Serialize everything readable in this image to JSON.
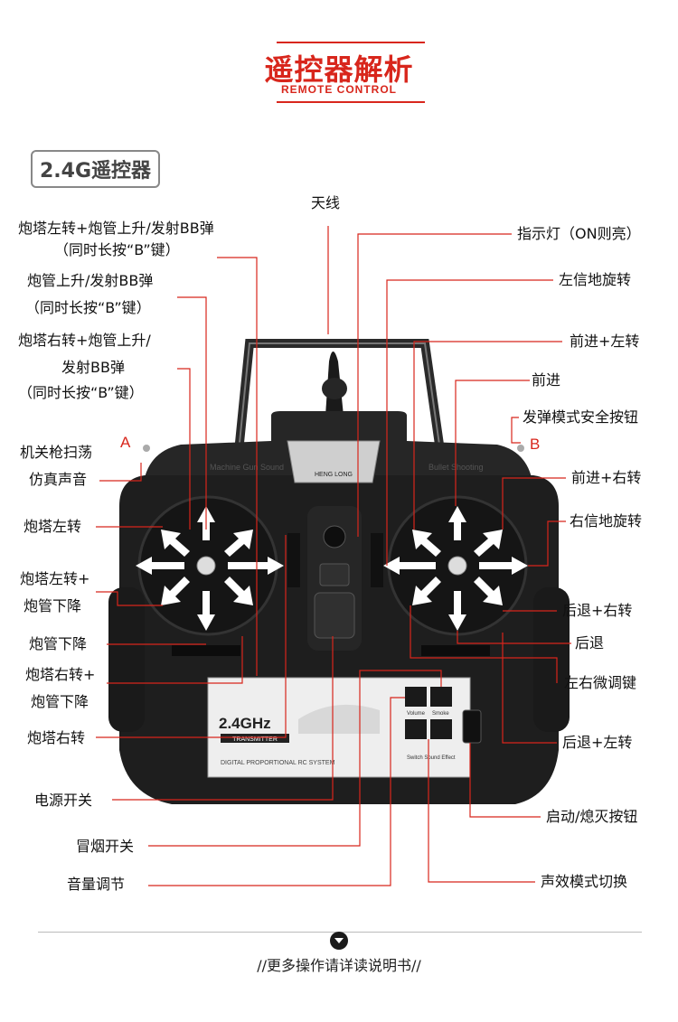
{
  "header": {
    "title": "遥控器解析",
    "subtitle": "REMOTE CONTROL"
  },
  "badge": "2.4G遥控器",
  "controller": {
    "logo_text": "HENG LONG",
    "left_text": "Machine Gun Sound",
    "right_text": "Bullet Shooting",
    "panel_brand": "2.4GHz",
    "panel_sub": "TRANSMITTER",
    "panel_system": "DIGITAL PROPORTIONAL RC SYSTEM",
    "btn_volume": "Volume",
    "btn_smoke": "Smoke",
    "btn_switch": "Switch Sound Effect"
  },
  "tags": {
    "a": "A",
    "b": "B"
  },
  "labels_left": {
    "l1a": "炮塔左转+炮管上升/发射BB弹",
    "l1b": "（同时长按“B”键）",
    "l2a": "炮管上升/发射BB弹",
    "l2b": "（同时长按“B”键）",
    "l3a": "炮塔右转+炮管上升/",
    "l3b": "发射BB弹",
    "l3c": "（同时长按“B”键）",
    "l4a": "机关枪扫荡",
    "l4b": "仿真声音",
    "l5": "炮塔左转",
    "l6a": "炮塔左转+",
    "l6b": "炮管下降",
    "l7": "炮管下降",
    "l8a": "炮塔右转+",
    "l8b": "炮管下降",
    "l9": "炮塔右转",
    "l10": "电源开关",
    "l11": "冒烟开关",
    "l12": "音量调节"
  },
  "labels_center": {
    "antenna": "天线"
  },
  "labels_right": {
    "r1": "指示灯（ON则亮）",
    "r2": "左信地旋转",
    "r3": "前进+左转",
    "r4": "前进",
    "r5": "发弹模式安全按钮",
    "r6": "前进+右转",
    "r7": "右信地旋转",
    "r8": "后退+右转",
    "r9": "后退",
    "r10": "左右微调键",
    "r11": "后退+左转",
    "r12": "启动/熄灭按钮",
    "r13": "声效模式切换"
  },
  "footer": "//更多操作请详读说明书//",
  "colors": {
    "accent": "#d8261c",
    "body": "#1e1e1e",
    "panel": "#eeeeee"
  }
}
